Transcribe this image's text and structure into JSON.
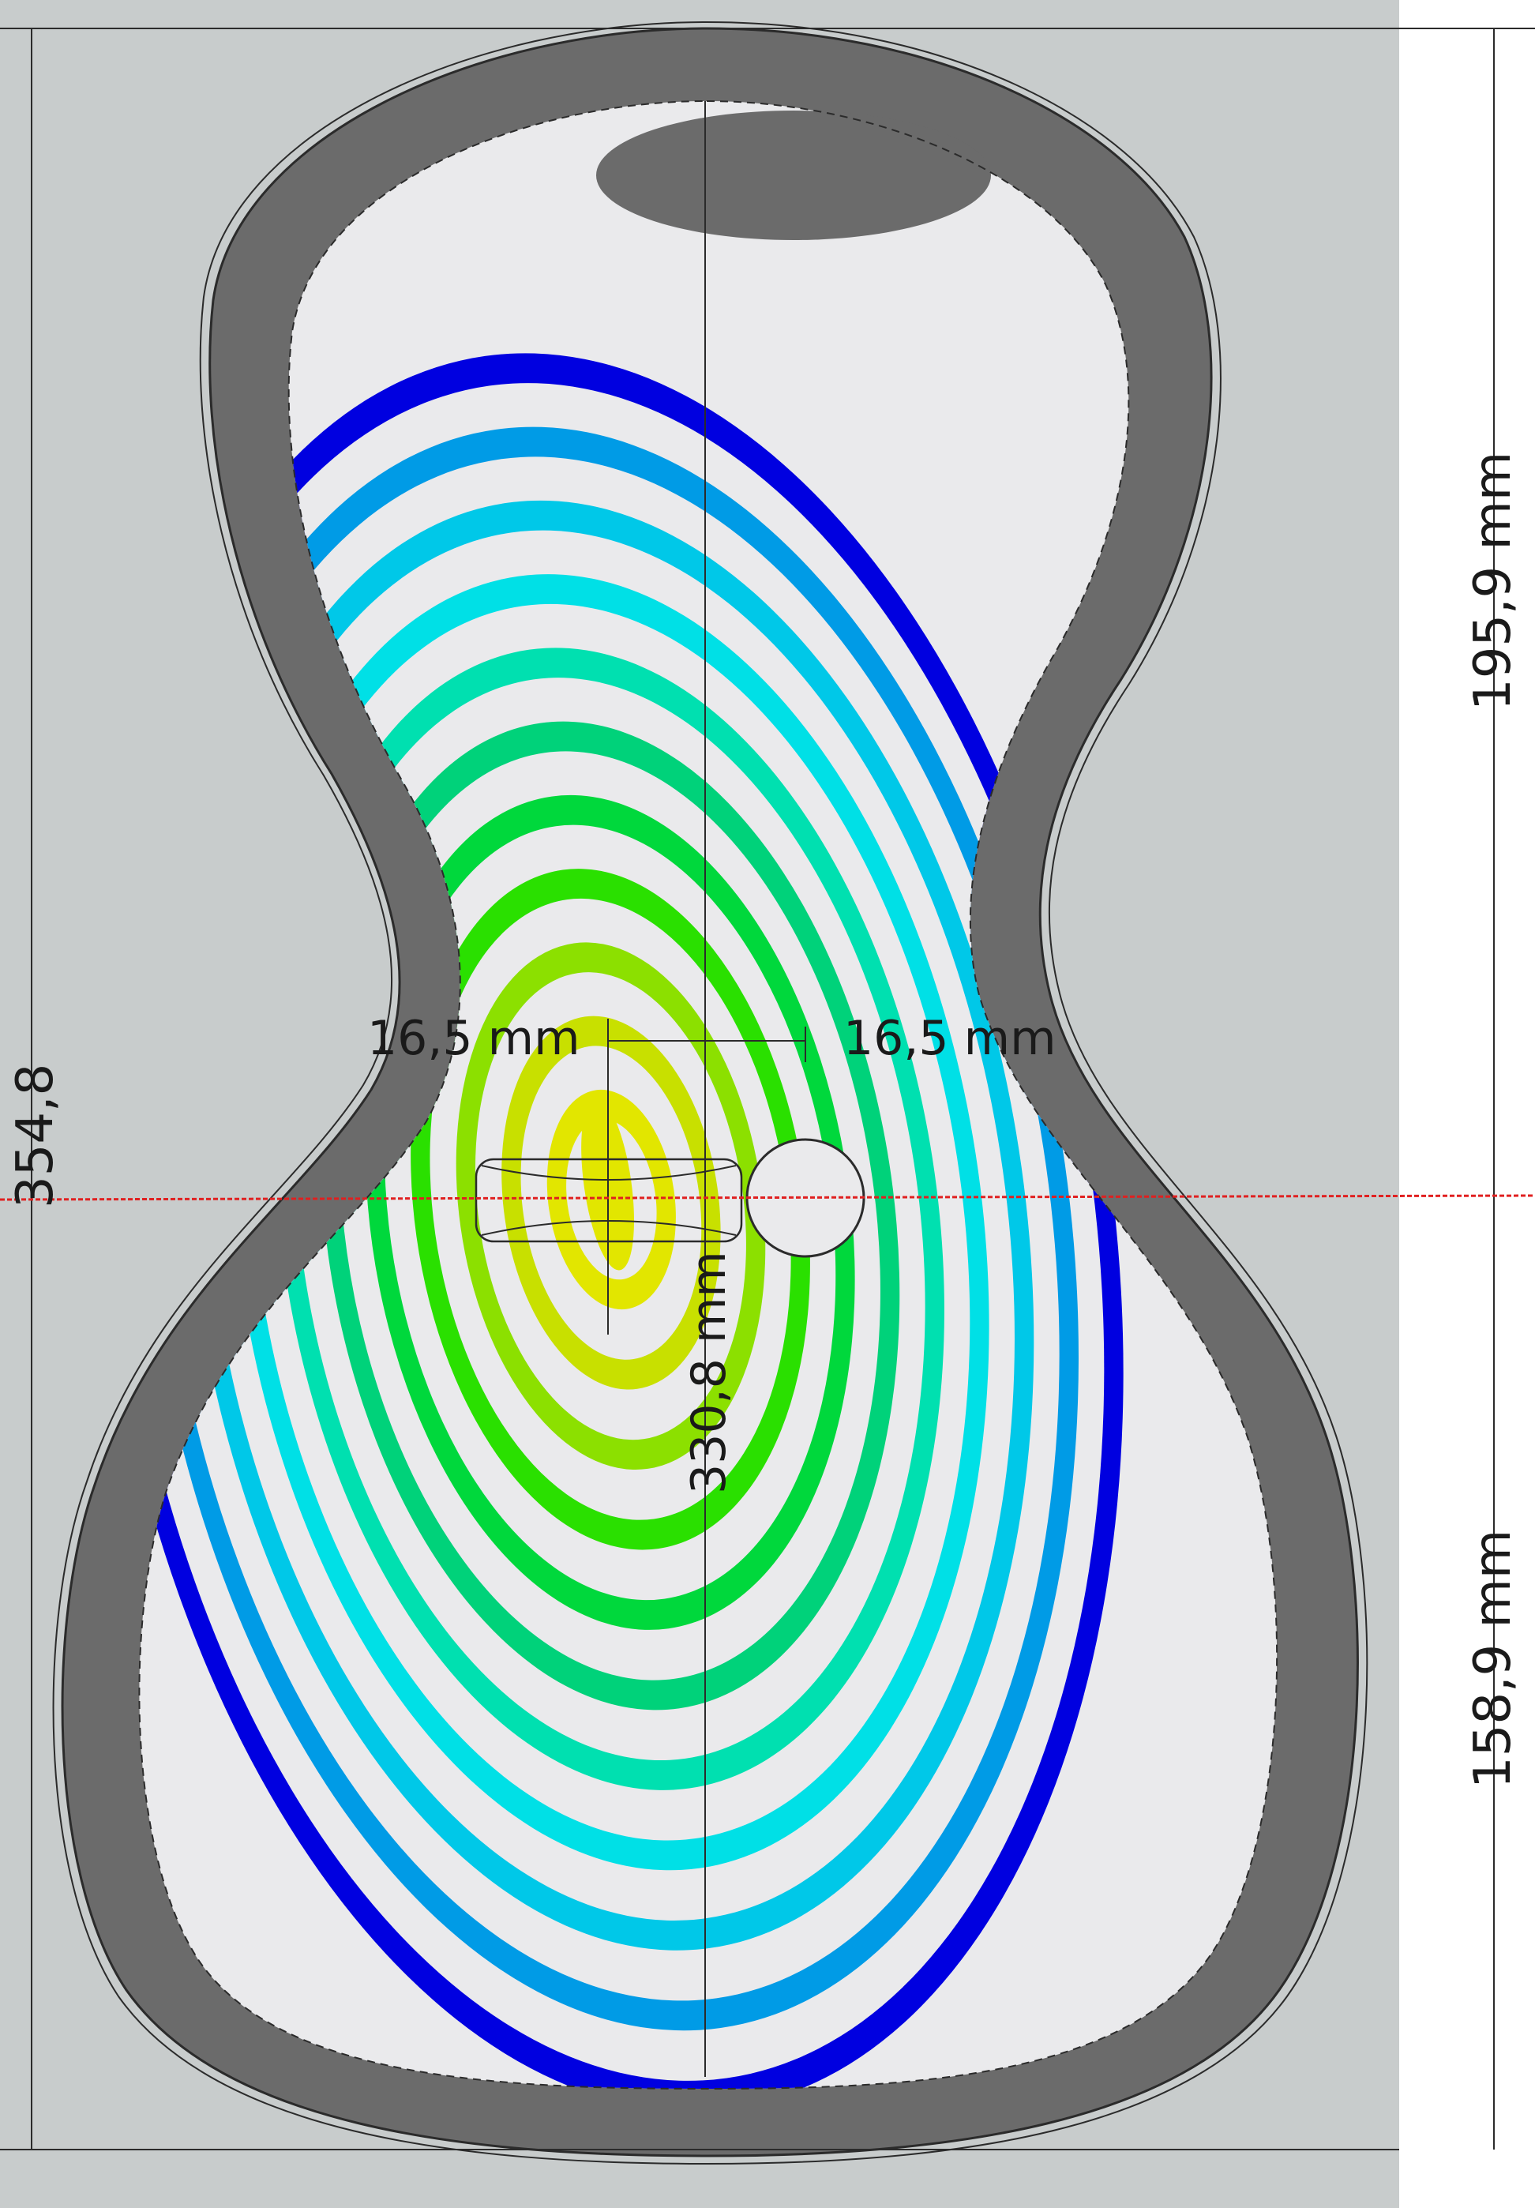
{
  "colors": {
    "background": "#c8cccc",
    "margin": "#ffffff",
    "rim": "#6b6b6b",
    "plate_white": "#eaeaec",
    "blue": "#0000e0",
    "dimension_line": "#2b2b2b",
    "centerline": "#e02020",
    "contour_palette": [
      "#0000e0",
      "#009be6",
      "#00c8e8",
      "#00e0e6",
      "#00e0b0",
      "#00d27a",
      "#00d83c",
      "#2ae000",
      "#8ce000",
      "#c8e000",
      "#e2e600"
    ]
  },
  "dimensions": {
    "overall_height": "354,8",
    "upper_height": "195,9 mm",
    "lower_height": "158,9 mm",
    "left_offset": "16,5 mm",
    "right_offset": "16,5 mm",
    "vertical_extent": "330,8 mm"
  },
  "icons": {
    "sound_hole": "circle",
    "brace_marker": "capsule-with-cross"
  }
}
